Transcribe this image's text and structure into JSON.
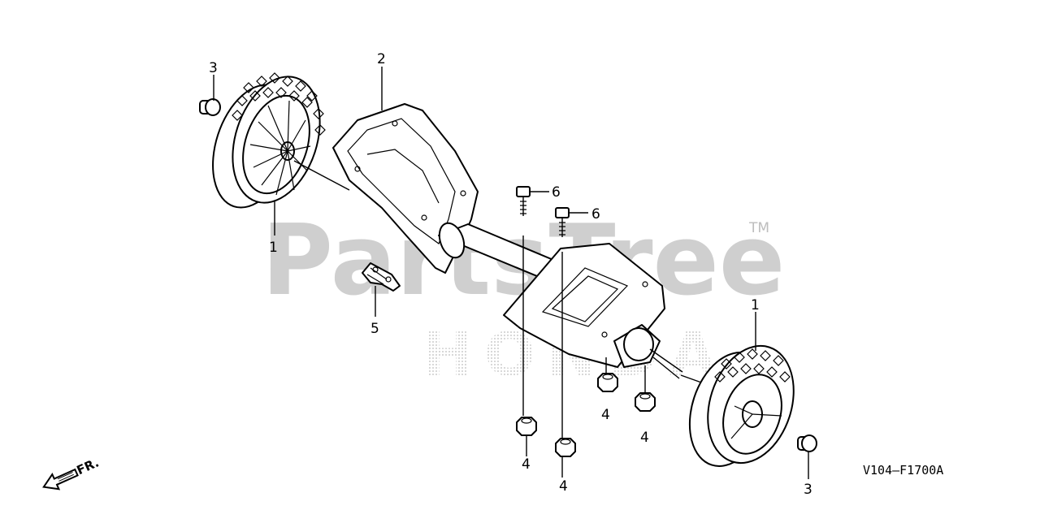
{
  "watermark": {
    "brand": "PartsTree",
    "trademark": "TM",
    "background_brand": "HONDA"
  },
  "callouts": {
    "wheel_left": "1",
    "wheel_right": "1",
    "axle_bracket": "2",
    "cap_left": "3",
    "cap_right": "3",
    "nut_a": "4",
    "nut_b": "4",
    "nut_c": "4",
    "nut_d": "4",
    "clip": "5",
    "bolt_a": "6",
    "bolt_b": "6"
  },
  "direction_label": "FR.",
  "diagram_code": "V104—F1700A"
}
